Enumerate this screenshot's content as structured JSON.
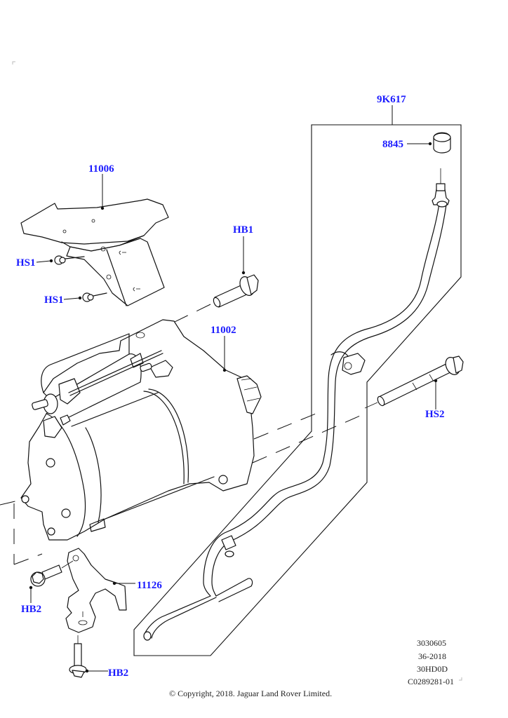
{
  "diagram": {
    "title": "Starter motor exploded parts diagram",
    "label_color": "#1a1aff",
    "parts": [
      {
        "id": "11006",
        "label": "11006",
        "description": "starter heat shield"
      },
      {
        "id": "HS1_a",
        "label": "HS1",
        "description": "heat shield stud (upper)"
      },
      {
        "id": "HS1_b",
        "label": "HS1",
        "description": "heat shield stud (lower)"
      },
      {
        "id": "HB1",
        "label": "HB1",
        "description": "starter upper mounting bolt"
      },
      {
        "id": "11002",
        "label": "11002",
        "description": "starter motor"
      },
      {
        "id": "9K617",
        "label": "9K617",
        "description": "breather hose assembly"
      },
      {
        "id": "8845",
        "label": "8845",
        "description": "cap"
      },
      {
        "id": "HS2",
        "label": "HS2",
        "description": "long mounting stud bolt"
      },
      {
        "id": "11126",
        "label": "11126",
        "description": "starter support bracket"
      },
      {
        "id": "HB2_a",
        "label": "HB2",
        "description": "bracket bolt (side)"
      },
      {
        "id": "HB2_b",
        "label": "HB2",
        "description": "bracket bolt (bottom)"
      }
    ]
  },
  "reference": {
    "lines": [
      "3030605",
      "36-2018",
      "30HD0D",
      "C0289281-01"
    ]
  },
  "footer": {
    "copyright": "© Copyright, 2018. Jaguar Land Rover Limited."
  }
}
